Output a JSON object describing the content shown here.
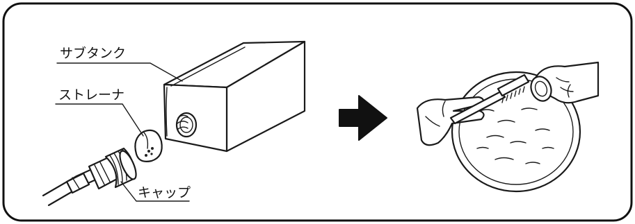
{
  "labels": {
    "subtank": "サブタンク",
    "strainer": "ストレーナ",
    "cap": "キャップ"
  },
  "icons": {
    "arrow": "right-arrow-icon"
  }
}
